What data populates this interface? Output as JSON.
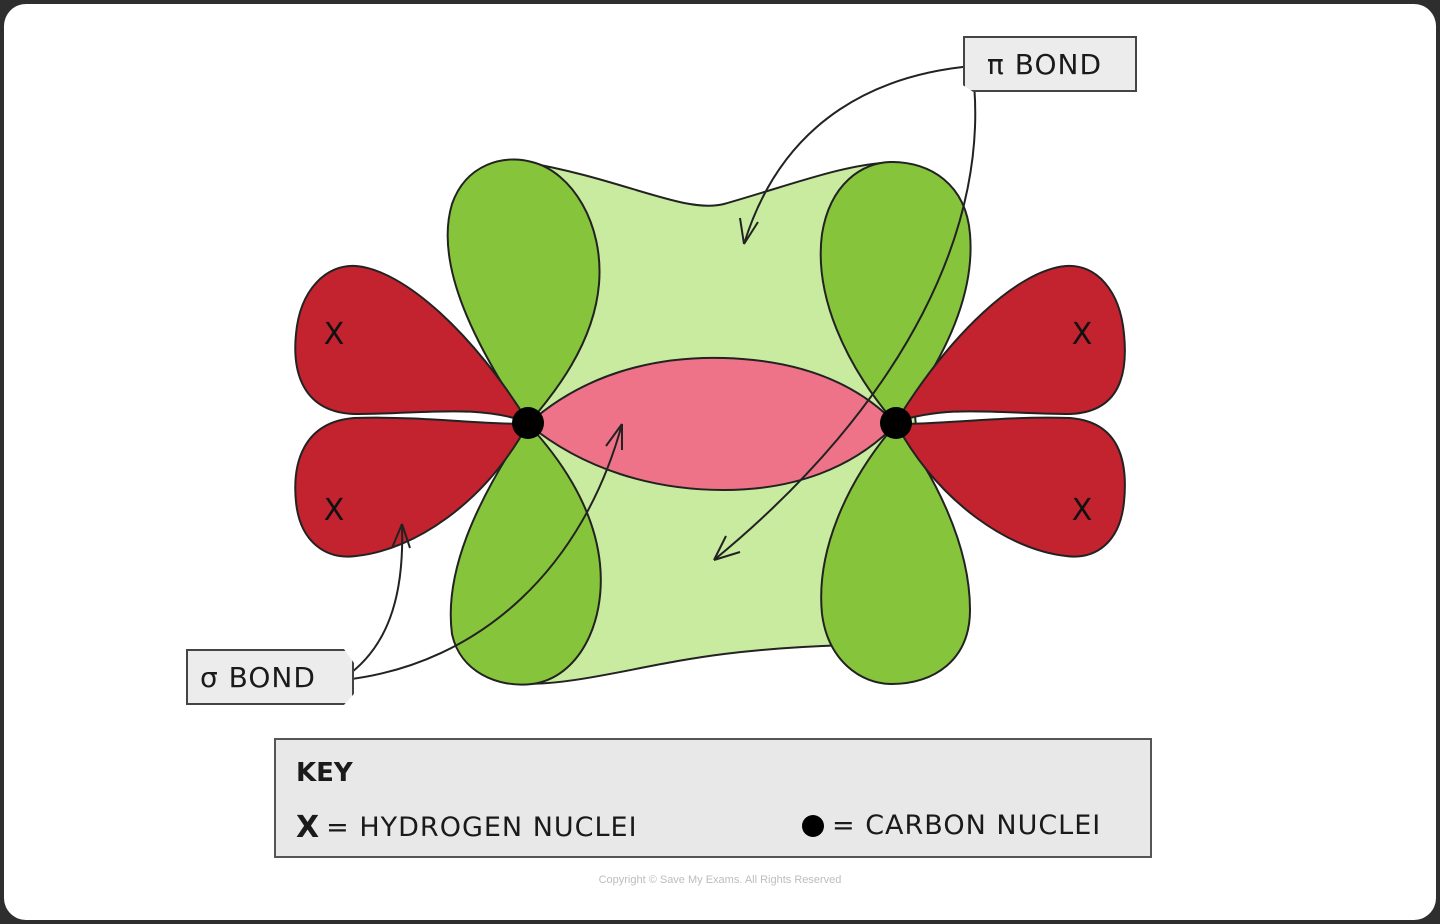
{
  "labels": {
    "pi_bond": "π BOND",
    "sigma_bond": "σ BOND"
  },
  "key": {
    "title": "KEY",
    "hydrogen_symbol": "X",
    "hydrogen_text": "= HYDROGEN  NUCLEI",
    "carbon_text": "= CARBON  NUCLEI"
  },
  "hydrogen_marker": "X",
  "copyright": "Copyright © Save My Exams. All Rights Reserved",
  "colors": {
    "pi_lobe": "#86c43c",
    "pi_overlap": "#c8eba0",
    "sigma_overlap": "#ee7288",
    "sp2_lobe": "#c2232e",
    "nucleus": "#000000"
  }
}
